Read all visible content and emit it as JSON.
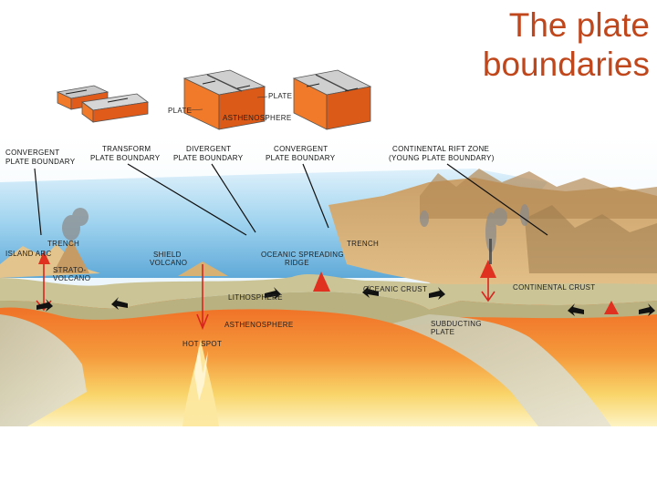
{
  "title": {
    "line1": "The plate",
    "line2": "boundaries"
  },
  "inset_labels": {
    "plate_right": "PLATE",
    "plate_left": "PLATE",
    "asthenosphere": "ASTHENOSPHERE"
  },
  "header_labels": {
    "convergent_left_1": "CONVERGENT",
    "convergent_left_2": "PLATE BOUNDARY",
    "transform_1": "TRANSFORM",
    "transform_2": "PLATE BOUNDARY",
    "divergent_1": "DIVERGENT",
    "divergent_2": "PLATE BOUNDARY",
    "convergent_mid_1": "CONVERGENT",
    "convergent_mid_2": "PLATE BOUNDARY",
    "rift_1": "CONTINENTAL RIFT ZONE",
    "rift_2": "(YOUNG PLATE BOUNDARY)"
  },
  "feature_labels": {
    "trench_left": "TRENCH",
    "island_arc": "ISLAND ARC",
    "strato_1": "STRATO-",
    "strato_2": "VOLCANO",
    "shield_1": "SHIELD",
    "shield_2": "VOLCANO",
    "ridge_1": "OCEANIC SPREADING",
    "ridge_2": "RIDGE",
    "trench_right": "TRENCH",
    "oceanic_crust": "OCEANIC CRUST",
    "continental_crust": "CONTINENTAL CRUST",
    "lithosphere": "LITHOSPHERE",
    "asthenosphere": "ASTHENOSPHERE",
    "hot_spot": "HOT SPOT",
    "subducting_1": "SUBDUCTING",
    "subducting_2": "PLATE"
  },
  "colors": {
    "title": "#c0461b",
    "ocean": "#7fc3e8",
    "lithosphere": "#c9c29a",
    "asthenosphere": "#f07a2a",
    "mantle_light": "#f9e27a",
    "land": "#d8b27a",
    "magma": "#d8261f"
  }
}
